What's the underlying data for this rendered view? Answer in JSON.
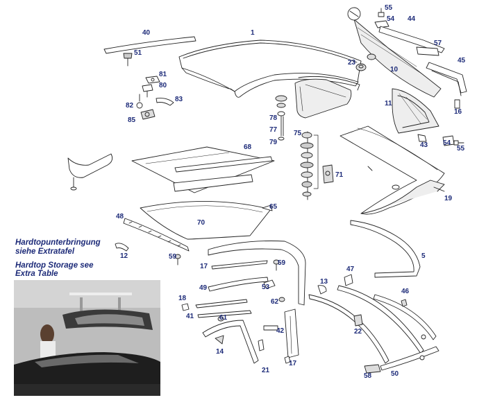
{
  "captions": {
    "de_line1": "Hardtopunterbringung",
    "de_line2": "siehe Extratafel",
    "en_line1": "Hardtop Storage see",
    "en_line2": "Extra Table"
  },
  "colors": {
    "label": "#1c2a78",
    "line": "#222222",
    "glass": "#e8e8e8"
  },
  "part_numbers": [
    "1",
    "5",
    "10",
    "11",
    "12",
    "13",
    "14",
    "16",
    "17",
    "17",
    "18",
    "19",
    "21",
    "22",
    "23",
    "40",
    "41",
    "42",
    "43",
    "44",
    "45",
    "46",
    "47",
    "48",
    "49",
    "50",
    "51",
    "53",
    "54",
    "54",
    "55",
    "55",
    "57",
    "58",
    "59",
    "59",
    "61",
    "62",
    "65",
    "68",
    "70",
    "71",
    "75",
    "77",
    "78",
    "79",
    "80",
    "81",
    "82",
    "83",
    "85"
  ]
}
